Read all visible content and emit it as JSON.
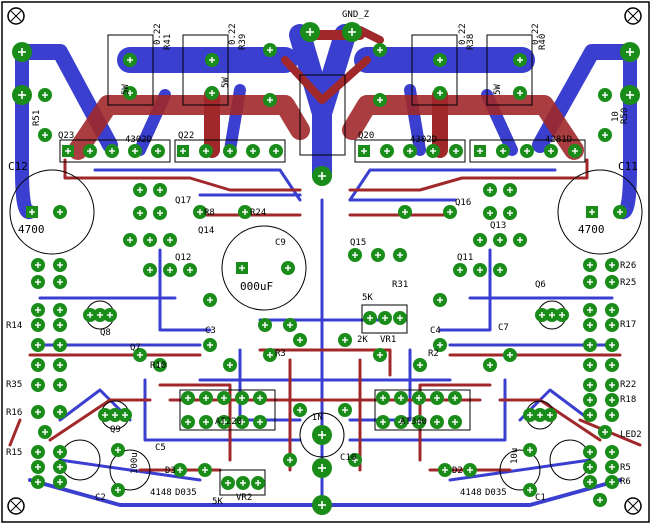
{
  "colors": {
    "background": "#ffffff",
    "top_copper": "#a0282a",
    "bottom_copper": "#3b3fd0",
    "pad": "#1a8c1a",
    "pad_hole": "#ffffff",
    "silk": "#000000",
    "outline": "#000000"
  },
  "components": [
    {
      "ref": "GND_Z",
      "label": "GND_Z"
    },
    {
      "ref": "C12",
      "label": "C12"
    },
    {
      "ref": "C11",
      "label": "C11"
    },
    {
      "ref": "C12_val",
      "label": "4700"
    },
    {
      "ref": "C11_val",
      "label": "4700"
    },
    {
      "ref": "R51",
      "label": "R51"
    },
    {
      "ref": "R50",
      "label": "R50"
    },
    {
      "ref": "R41",
      "label": "R41"
    },
    {
      "ref": "R39",
      "label": "R39"
    },
    {
      "ref": "R38",
      "label": "R38"
    },
    {
      "ref": "R40",
      "label": "R40"
    },
    {
      "ref": "Q23",
      "label": "Q23"
    },
    {
      "ref": "Q22",
      "label": "Q22"
    },
    {
      "ref": "Q20",
      "label": "Q20"
    },
    {
      "ref": "Q17",
      "label": "Q17"
    },
    {
      "ref": "Q16",
      "label": "Q16"
    },
    {
      "ref": "Q15",
      "label": "Q15"
    },
    {
      "ref": "Q14",
      "label": "Q14"
    },
    {
      "ref": "Q13",
      "label": "Q13"
    },
    {
      "ref": "Q12",
      "label": "Q12"
    },
    {
      "ref": "Q11",
      "label": "Q11"
    },
    {
      "ref": "Q6",
      "label": "Q6"
    },
    {
      "ref": "Q7",
      "label": "Q7"
    },
    {
      "ref": "Q8",
      "label": "Q8"
    },
    {
      "ref": "Q9",
      "label": "Q9"
    },
    {
      "ref": "R8",
      "label": "R8"
    },
    {
      "ref": "R24",
      "label": "R24"
    },
    {
      "ref": "R31",
      "label": "R31"
    },
    {
      "ref": "R3",
      "label": "R3"
    },
    {
      "ref": "R2",
      "label": "R2"
    },
    {
      "ref": "R10",
      "label": "R10"
    },
    {
      "ref": "R17",
      "label": "R17"
    },
    {
      "ref": "R16",
      "label": "R16"
    },
    {
      "ref": "R18",
      "label": "R18"
    },
    {
      "ref": "R22",
      "label": "R22"
    },
    {
      "ref": "R25",
      "label": "R25"
    },
    {
      "ref": "R26",
      "label": "R26"
    },
    {
      "ref": "R5",
      "label": "R5"
    },
    {
      "ref": "R6",
      "label": "R6"
    },
    {
      "ref": "R14",
      "label": "R14"
    },
    {
      "ref": "R15",
      "label": "R15"
    },
    {
      "ref": "R35",
      "label": "R35"
    },
    {
      "ref": "C5",
      "label": "C5"
    },
    {
      "ref": "C7",
      "label": "C7"
    },
    {
      "ref": "C9",
      "label": "C9"
    },
    {
      "ref": "C10",
      "label": "C10"
    },
    {
      "ref": "C1",
      "label": "C1"
    },
    {
      "ref": "C2",
      "label": "C2"
    },
    {
      "ref": "C3",
      "label": "C3"
    },
    {
      "ref": "C4",
      "label": "C4"
    },
    {
      "ref": "D2",
      "label": "D2"
    },
    {
      "ref": "D3",
      "label": "D3"
    },
    {
      "ref": "VR1",
      "label": "VR1"
    },
    {
      "ref": "VR2",
      "label": "VR2"
    },
    {
      "ref": "LED2",
      "label": "LED2"
    },
    {
      "ref": "IN",
      "label": "IN"
    }
  ],
  "values": [
    {
      "ref": "r_5w_a",
      "label": "5W"
    },
    {
      "ref": "r_5w_b",
      "label": "5W"
    },
    {
      "ref": "r_5w_c",
      "label": "5W"
    },
    {
      "ref": "r_022_a",
      "label": "0.22"
    },
    {
      "ref": "r_022_b",
      "label": "0.22"
    },
    {
      "ref": "r_022_c",
      "label": "0.22"
    },
    {
      "ref": "r_022_d",
      "label": "0.22"
    },
    {
      "ref": "cap_main",
      "label": "000uF"
    },
    {
      "ref": "vr1_val",
      "label": "2K"
    },
    {
      "ref": "vr2_val",
      "label": "5K"
    },
    {
      "ref": "vr_mid_val",
      "label": "5K"
    },
    {
      "ref": "r10_label",
      "label": "10"
    },
    {
      "ref": "c_100u",
      "label": "100u"
    },
    {
      "ref": "c_10u",
      "label": "10u"
    },
    {
      "ref": "d3_part",
      "label": "4148"
    },
    {
      "ref": "d2_part",
      "label": "4148"
    },
    {
      "ref": "d3_part2",
      "label": "D035"
    },
    {
      "ref": "d2_part2",
      "label": "D035"
    },
    {
      "ref": "ic_left",
      "label": "AT220"
    },
    {
      "ref": "ic_right",
      "label": "AT340"
    },
    {
      "ref": "q_part_left",
      "label": "4302D"
    },
    {
      "ref": "q_part_right",
      "label": "4281D"
    },
    {
      "ref": "mid_part",
      "label": "4302D"
    }
  ]
}
